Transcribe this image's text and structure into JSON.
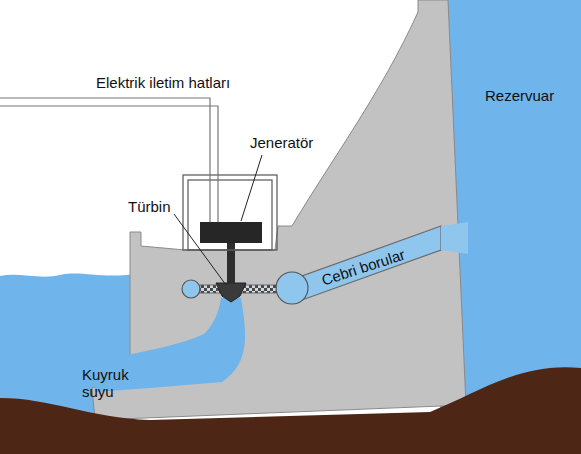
{
  "diagram": {
    "labels": [
      "Elektrik iletim hatları",
      "Jeneratör",
      "Türbin",
      "Rezervuar",
      "Cebri borular",
      "Kuyruk suyu"
    ]
  }
}
